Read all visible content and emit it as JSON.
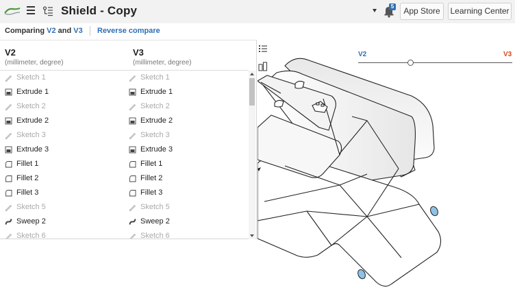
{
  "header": {
    "title": "Shield - Copy",
    "notification_count": "5",
    "app_store": "App Store",
    "learning_center": "Learning Center"
  },
  "compare": {
    "prefix": "Comparing",
    "v_from": "V2",
    "joiner": "and",
    "v_to": "V3",
    "reverse": "Reverse compare"
  },
  "columns": {
    "left": {
      "version": "V2",
      "units": "(millimeter, degree)"
    },
    "right": {
      "version": "V3",
      "units": "(millimeter, degree)"
    }
  },
  "features": [
    {
      "label": "Sketch 1",
      "icon": "sketch-icon",
      "state": "dim"
    },
    {
      "label": "Extrude 1",
      "icon": "extrude-icon",
      "state": "normal"
    },
    {
      "label": "Sketch 2",
      "icon": "sketch-icon",
      "state": "dim"
    },
    {
      "label": "Extrude 2",
      "icon": "extrude-icon",
      "state": "normal"
    },
    {
      "label": "Sketch 3",
      "icon": "sketch-icon",
      "state": "dim"
    },
    {
      "label": "Extrude 3",
      "icon": "extrude-icon",
      "state": "normal"
    },
    {
      "label": "Fillet 1",
      "icon": "fillet-icon",
      "state": "normal"
    },
    {
      "label": "Fillet 2",
      "icon": "fillet-icon",
      "state": "normal"
    },
    {
      "label": "Fillet 3",
      "icon": "fillet-icon",
      "state": "normal"
    },
    {
      "label": "Sketch 5",
      "icon": "sketch-icon",
      "state": "dim"
    },
    {
      "label": "Sweep 2",
      "icon": "sweep-icon",
      "state": "normal"
    },
    {
      "label": "Sketch 6",
      "icon": "sketch-icon",
      "state": "dim"
    }
  ],
  "slider": {
    "left_label": "V2",
    "right_label": "V3",
    "position": 0.34,
    "left_color": "#2f6fb3",
    "right_color": "#d24b1a"
  },
  "colors": {
    "accent": "#2f6fb3",
    "hole_fill": "#8ec2e6"
  }
}
